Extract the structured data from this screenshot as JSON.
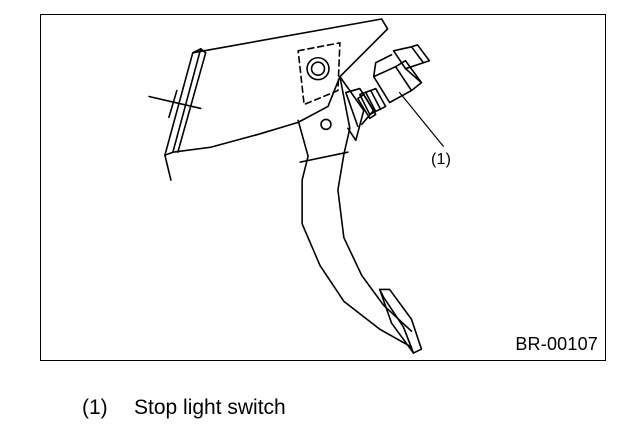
{
  "figure": {
    "callout": "(1)",
    "code": "BR-00107"
  },
  "legend": {
    "items": [
      {
        "number": "(1)",
        "label": "Stop light switch"
      }
    ]
  },
  "colors": {
    "line": "#000000",
    "background": "#ffffff"
  }
}
